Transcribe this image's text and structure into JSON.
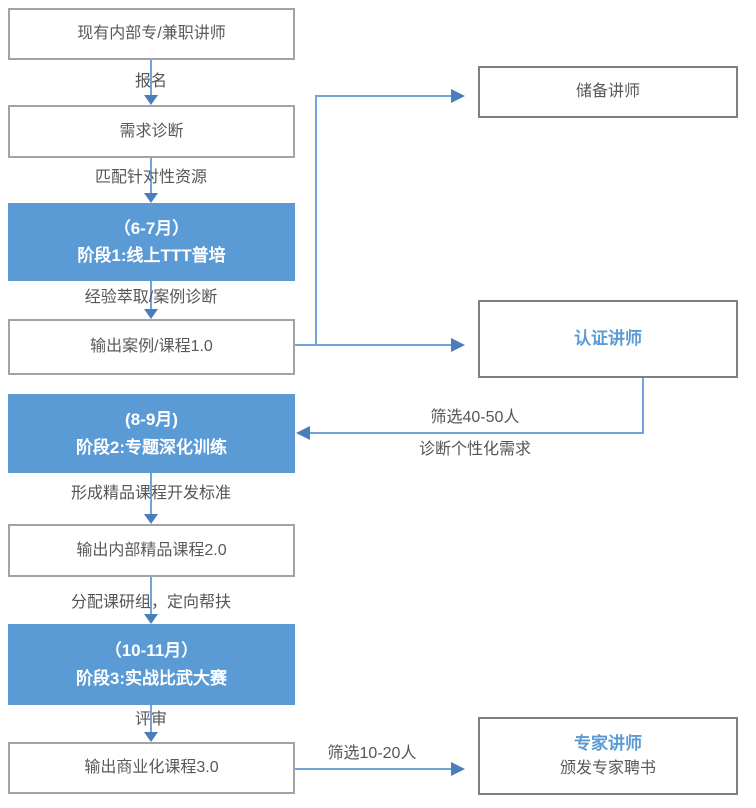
{
  "colors": {
    "stage_fill": "#5b9bd5",
    "accent_text_blue": "#5b9bd5",
    "connector_line": "#74a3d9",
    "arrowhead": "#4a7ebb",
    "box_border": "#a3a3a3",
    "box_text": "#595959"
  },
  "nodes": {
    "source": {
      "label": "现有内部专/兼职讲师"
    },
    "diagnosis": {
      "label": "需求诊断"
    },
    "stage1": {
      "period": "（6-7月）",
      "title": "阶段1:线上TTT普培"
    },
    "output1": {
      "label": "输出案例/课程1.0"
    },
    "stage2": {
      "period": "(8-9月)",
      "title": "阶段2:专题深化训练"
    },
    "output2": {
      "label": "输出内部精品课程2.0"
    },
    "stage3": {
      "period": "（10-11月）",
      "title": "阶段3:实战比武大赛"
    },
    "output3": {
      "label": "输出商业化课程3.0"
    },
    "reserve": {
      "label": "储备讲师"
    },
    "certified": {
      "label": "认证讲师"
    },
    "expert": {
      "title": "专家讲师",
      "subtitle": "颁发专家聘书"
    }
  },
  "edge_labels": {
    "signup": "报名",
    "match_resources": "匹配针对性资源",
    "experience_extraction": "经验萃取/案例诊断",
    "course_standard": "形成精品课程开发标准",
    "assign_groups": "分配课研组，定向帮扶",
    "review": "评审",
    "select_40_50": "筛选40-50人",
    "diagnose_individual": "诊断个性化需求",
    "select_10_20": "筛选10-20人"
  }
}
